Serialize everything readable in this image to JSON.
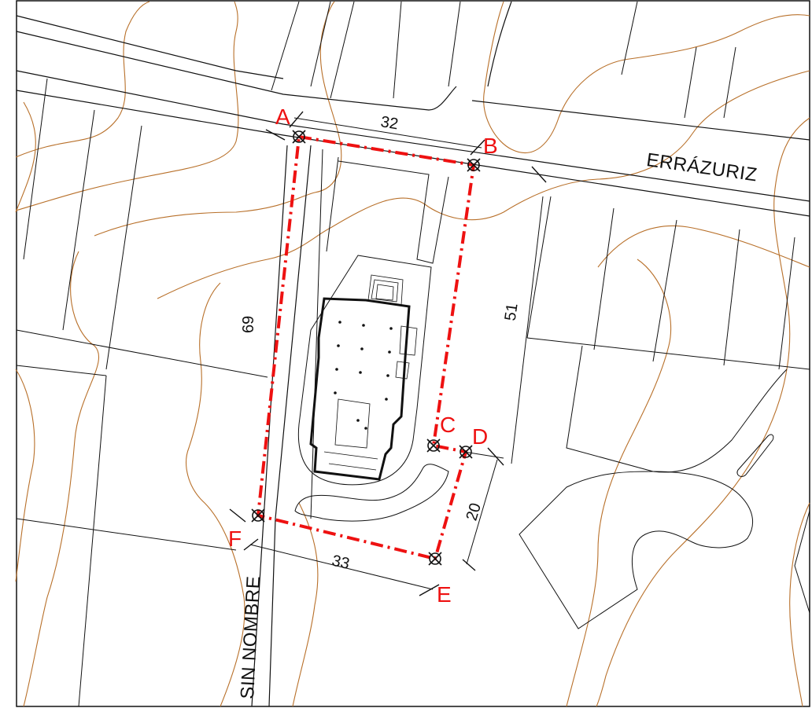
{
  "map": {
    "street_north": "ERRÁZURIZ",
    "street_west": "SIN NOMBRE",
    "vertices": [
      "A",
      "B",
      "C",
      "D",
      "E",
      "F"
    ],
    "dimensions": {
      "ab": "32",
      "af": "69",
      "bc": "51",
      "de": "20",
      "fe": "33"
    },
    "colors": {
      "boundary": "#ee1111",
      "contour": "#b8702a",
      "linework": "#111111"
    }
  }
}
